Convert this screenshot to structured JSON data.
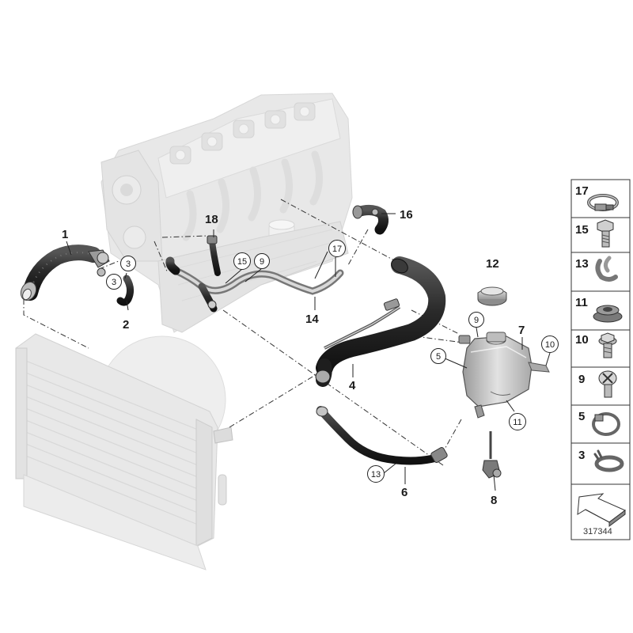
{
  "callouts": {
    "c1": "1",
    "c2": "2",
    "c3a": "3",
    "c3b": "3",
    "c4": "4",
    "c5": "5",
    "c6": "6",
    "c7": "7",
    "c8": "8",
    "c9a": "9",
    "c9b": "9",
    "c10": "10",
    "c11": "11",
    "c12": "12",
    "c13": "13",
    "c14": "14",
    "c15": "15",
    "c16": "16",
    "c17": "17",
    "c18": "18"
  },
  "parts_panel": {
    "items": [
      {
        "number": "17",
        "icon": "hose-clamp-icon"
      },
      {
        "number": "15",
        "icon": "hex-bolt-icon"
      },
      {
        "number": "13",
        "icon": "hose-clip-icon"
      },
      {
        "number": "11",
        "icon": "rubber-grommet-icon"
      },
      {
        "number": "10",
        "icon": "flange-bolt-icon"
      },
      {
        "number": "9",
        "icon": "phillips-screw-icon"
      },
      {
        "number": "5",
        "icon": "bracket-clamp-icon"
      },
      {
        "number": "3",
        "icon": "spring-clamp-icon"
      },
      {
        "number": "",
        "icon": "arrow-pointer-icon"
      }
    ]
  },
  "reference_number": "317344",
  "colors": {
    "engine": "#d4d4d4",
    "hose": "#2e2e2e",
    "tank": "#c8c8c8",
    "radiator": "#d8d8d8"
  }
}
